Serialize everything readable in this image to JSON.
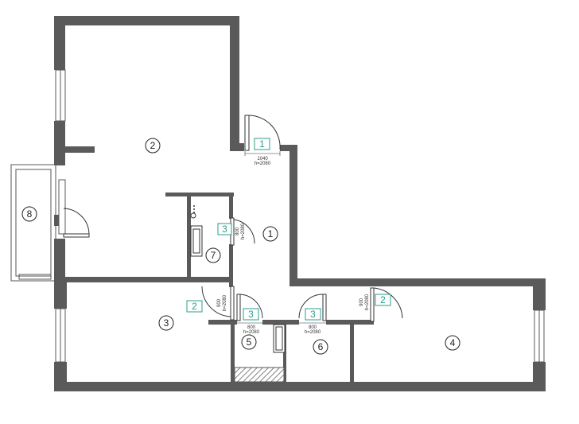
{
  "rooms": [
    {
      "id": "1",
      "label": "1"
    },
    {
      "id": "2",
      "label": "2"
    },
    {
      "id": "3",
      "label": "3"
    },
    {
      "id": "4",
      "label": "4"
    },
    {
      "id": "5",
      "label": "5"
    },
    {
      "id": "6",
      "label": "6"
    },
    {
      "id": "7",
      "label": "7"
    },
    {
      "id": "8",
      "label": "8"
    }
  ],
  "door_tags": [
    {
      "label": "1",
      "width": "1040",
      "height": "h=2080"
    },
    {
      "label": "3",
      "width": "800",
      "height": "h=2080"
    },
    {
      "label": "2",
      "width": "900",
      "height": "h=2080"
    },
    {
      "label": "3",
      "width": "800",
      "height": "h=2080"
    },
    {
      "label": "3",
      "width": "800",
      "height": "h=2080"
    },
    {
      "label": "2",
      "width": "900",
      "height": "h=2080"
    }
  ],
  "colors": {
    "wall": "#5a5a5a",
    "tag": "#2a9d8f"
  }
}
